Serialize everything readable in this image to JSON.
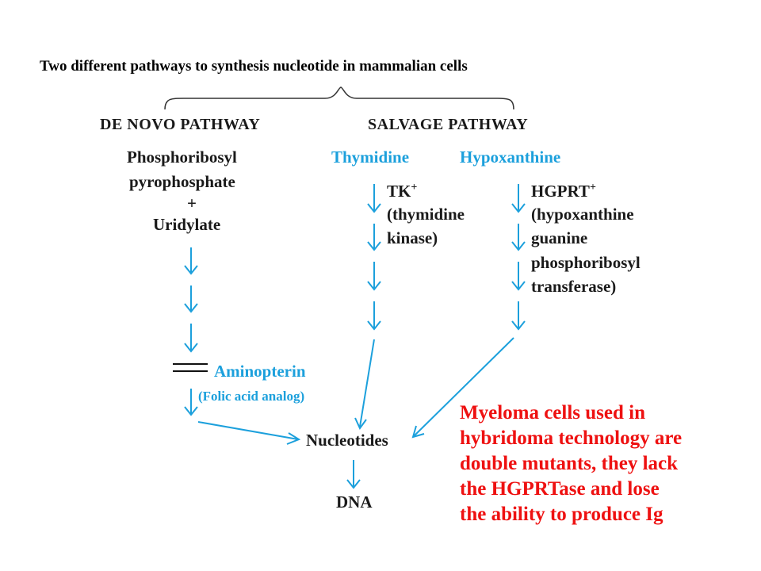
{
  "title": "Two different pathways to synthesis nucleotide in mammalian cells",
  "headers": {
    "de_novo": "DE NOVO PATHWAY",
    "salvage": "SALVAGE PATHWAY"
  },
  "de_novo": {
    "line1": "Phosphoribosyl",
    "line2": "pyrophosphate",
    "plus": "+",
    "line3": "Uridylate",
    "inhibitor": "Aminopterin",
    "inhibitor_note": "(Folic acid analog)"
  },
  "thymidine": {
    "substrate": "Thymidine",
    "enzyme_line1": "TK",
    "enzyme_sup": "+",
    "enzyme_line2": "(thymidine",
    "enzyme_line3": "kinase)"
  },
  "hypoxanthine": {
    "substrate": "Hypoxanthine",
    "enzyme_line1": "HGPRT",
    "enzyme_sup": "+",
    "enzyme_line2": "(hypoxanthine",
    "enzyme_line3": "guanine",
    "enzyme_line4": "phosphoribosyl",
    "enzyme_line5": "transferase)"
  },
  "products": {
    "nucleotides": "Nucleotides",
    "dna": "DNA"
  },
  "note": {
    "line1": "Myeloma cells used in",
    "line2": "hybridoma technology are",
    "line3": "double mutants, they lack",
    "line4": "the HGPRTase and lose",
    "line5": "the ability to produce Ig"
  },
  "colors": {
    "arrow": "#1ca0dc",
    "note": "#ee1111",
    "text": "#1a1a1a"
  }
}
